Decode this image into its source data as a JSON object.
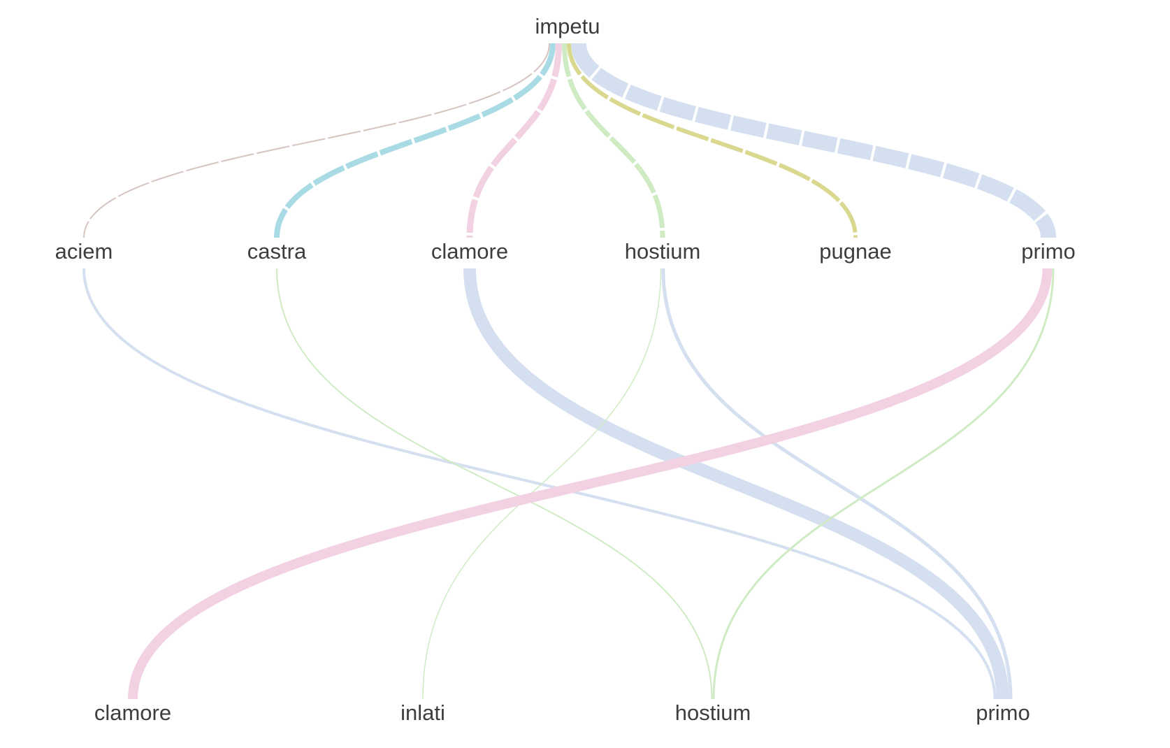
{
  "diagram": {
    "type": "word-flow-tree",
    "root": {
      "id": "root",
      "label": "impetu"
    },
    "levels": [
      [
        {
          "id": "l1-aciem",
          "label": "aciem"
        },
        {
          "id": "l1-castra",
          "label": "castra"
        },
        {
          "id": "l1-clamore",
          "label": "clamore"
        },
        {
          "id": "l1-hostium",
          "label": "hostium"
        },
        {
          "id": "l1-pugnae",
          "label": "pugnae"
        },
        {
          "id": "l1-primo",
          "label": "primo"
        }
      ],
      [
        {
          "id": "l2-clamore",
          "label": "clamore"
        },
        {
          "id": "l2-inlati",
          "label": "inlati"
        },
        {
          "id": "l2-hostium",
          "label": "hostium"
        },
        {
          "id": "l2-primo",
          "label": "primo"
        }
      ]
    ],
    "links": [
      {
        "source": "root",
        "target": "l1-aciem",
        "weight": 2,
        "color": "#d6c4c0"
      },
      {
        "source": "root",
        "target": "l1-castra",
        "weight": 8,
        "color": "#a8dbe3"
      },
      {
        "source": "root",
        "target": "l1-clamore",
        "weight": 9,
        "color": "#f2d2e2"
      },
      {
        "source": "root",
        "target": "l1-hostium",
        "weight": 7,
        "color": "#cfebc4"
      },
      {
        "source": "root",
        "target": "l1-pugnae",
        "weight": 6,
        "color": "#d9d88e"
      },
      {
        "source": "root",
        "target": "l1-primo",
        "weight": 22,
        "color": "#d4dff0"
      },
      {
        "source": "l1-aciem",
        "target": "l2-primo",
        "weight": 4,
        "color": "#d4dff0"
      },
      {
        "source": "l1-castra",
        "target": "l2-hostium",
        "weight": 2,
        "color": "#cfebc4"
      },
      {
        "source": "l1-clamore",
        "target": "l2-primo",
        "weight": 18,
        "color": "#d4dff0"
      },
      {
        "source": "l1-hostium",
        "target": "l2-inlati",
        "weight": 1.5,
        "color": "#cfebc4"
      },
      {
        "source": "l1-hostium",
        "target": "l2-primo",
        "weight": 5,
        "color": "#d4dff0"
      },
      {
        "source": "l1-primo",
        "target": "l2-clamore",
        "weight": 14,
        "color": "#f2d2e2"
      },
      {
        "source": "l1-primo",
        "target": "l2-hostium",
        "weight": 3,
        "color": "#cfebc4"
      }
    ],
    "first_level_links_dashed": true
  }
}
